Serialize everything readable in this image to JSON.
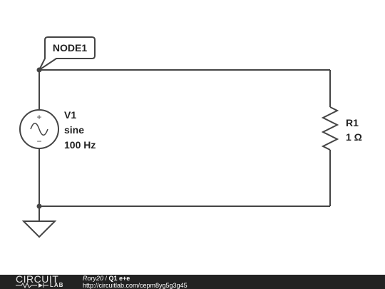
{
  "diagram": {
    "node_label": "NODE1",
    "source": {
      "name": "V1",
      "type": "sine",
      "frequency": "100 Hz",
      "plus_sign": "+",
      "minus_sign": "−"
    },
    "resistor": {
      "name": "R1",
      "value": "1 Ω"
    }
  },
  "footer": {
    "logo_top": "CIRCUIT",
    "logo_bottom": "LAB",
    "author": "Rory20",
    "separator": " / ",
    "title": "Q1 e+e",
    "url": "http://circuitlab.com/cepm8yg5g3g45"
  },
  "colors": {
    "wire": "#444444",
    "footer_bg": "#222222",
    "footer_text": "#ffffff"
  }
}
